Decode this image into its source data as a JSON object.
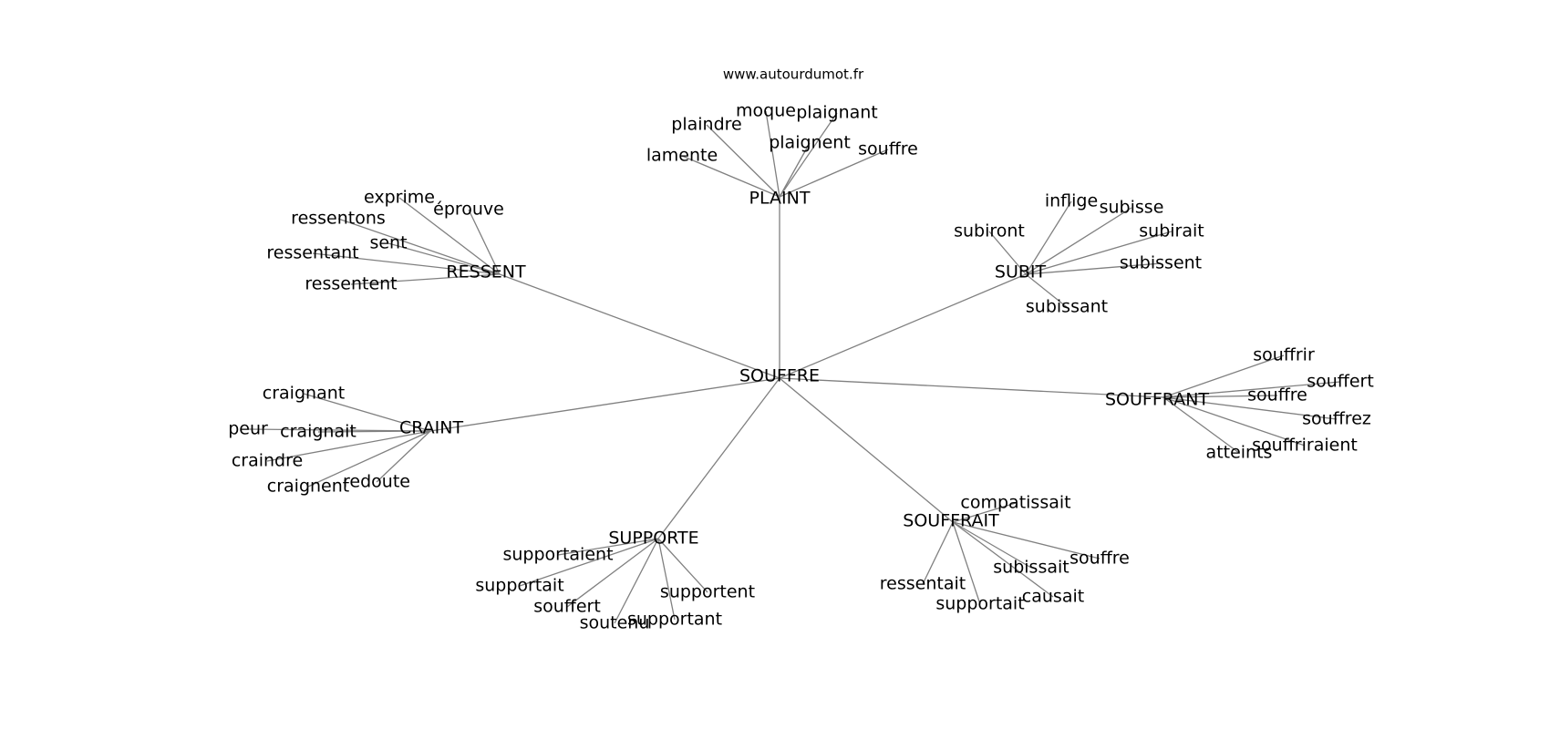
{
  "title": "www.autourdumot.fr",
  "center": {
    "id": "souffre-center",
    "label": "SOUFFRE"
  },
  "hubs": [
    {
      "id": "plaint",
      "label": "PLAINT",
      "leaves": [
        "plaindre",
        "moque",
        "plaignant",
        "plaignent",
        "souffre",
        "lamente"
      ]
    },
    {
      "id": "ressent",
      "label": "RESSENT",
      "leaves": [
        "exprime",
        "éprouve",
        "ressentons",
        "sent",
        "ressentant",
        "ressentent"
      ]
    },
    {
      "id": "subit",
      "label": "SUBIT",
      "leaves": [
        "inflige",
        "subisse",
        "subiront",
        "subirait",
        "subissent",
        "subissant"
      ]
    },
    {
      "id": "souffrant",
      "label": "SOUFFRANT",
      "leaves": [
        "souffrir",
        "souffert",
        "souffre",
        "souffrez",
        "souffriraient",
        "atteints"
      ]
    },
    {
      "id": "craint",
      "label": "CRAINT",
      "leaves": [
        "craignant",
        "peur",
        "craignait",
        "craindre",
        "craignent",
        "redoute"
      ]
    },
    {
      "id": "supporte",
      "label": "SUPPORTE",
      "leaves": [
        "supportaient",
        "supportait",
        "souffert",
        "soutenu",
        "supportant",
        "supportent"
      ]
    },
    {
      "id": "souffrait",
      "label": "SOUFFRAIT",
      "leaves": [
        "compatissait",
        "souffre",
        "subissait",
        "ressentait",
        "supportait",
        "causait"
      ]
    }
  ]
}
